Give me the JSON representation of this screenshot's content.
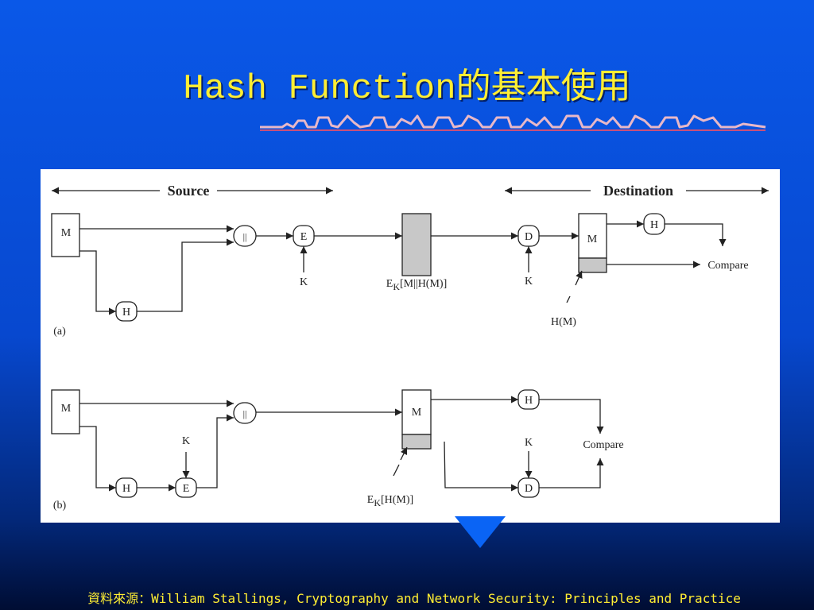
{
  "slide": {
    "title": "Hash Function的基本使用",
    "source_credit": "資料來源：William Stallings, Cryptography and Network Security: Principles and Practice"
  },
  "diagram": {
    "header_source": "Source",
    "header_destination": "Destination",
    "part_a": {
      "label": "(a)",
      "message": "M",
      "hash": "H",
      "concat": "||",
      "encrypt": "E",
      "key_encrypt": "K",
      "transmitted": "[M||H(M)]",
      "transmitted_prefix": "E",
      "transmitted_sub": "K",
      "decrypt": "D",
      "key_decrypt": "K",
      "dest_message": "M",
      "dest_hash": "H",
      "compare": "Compare",
      "hash_annotation": "H(M)"
    },
    "part_b": {
      "label": "(b)",
      "message": "M",
      "hash": "H",
      "encrypt": "E",
      "key_encrypt": "K",
      "concat": "||",
      "dest_message": "M",
      "dest_hash": "H",
      "decrypt": "D",
      "key_decrypt": "K",
      "compare": "Compare",
      "annotation_prefix": "E",
      "annotation_sub": "K",
      "annotation": "[H(M)]"
    }
  },
  "colors": {
    "background": "#0a58e8",
    "title": "#ffee33",
    "ornament": "#e8b8c8"
  }
}
